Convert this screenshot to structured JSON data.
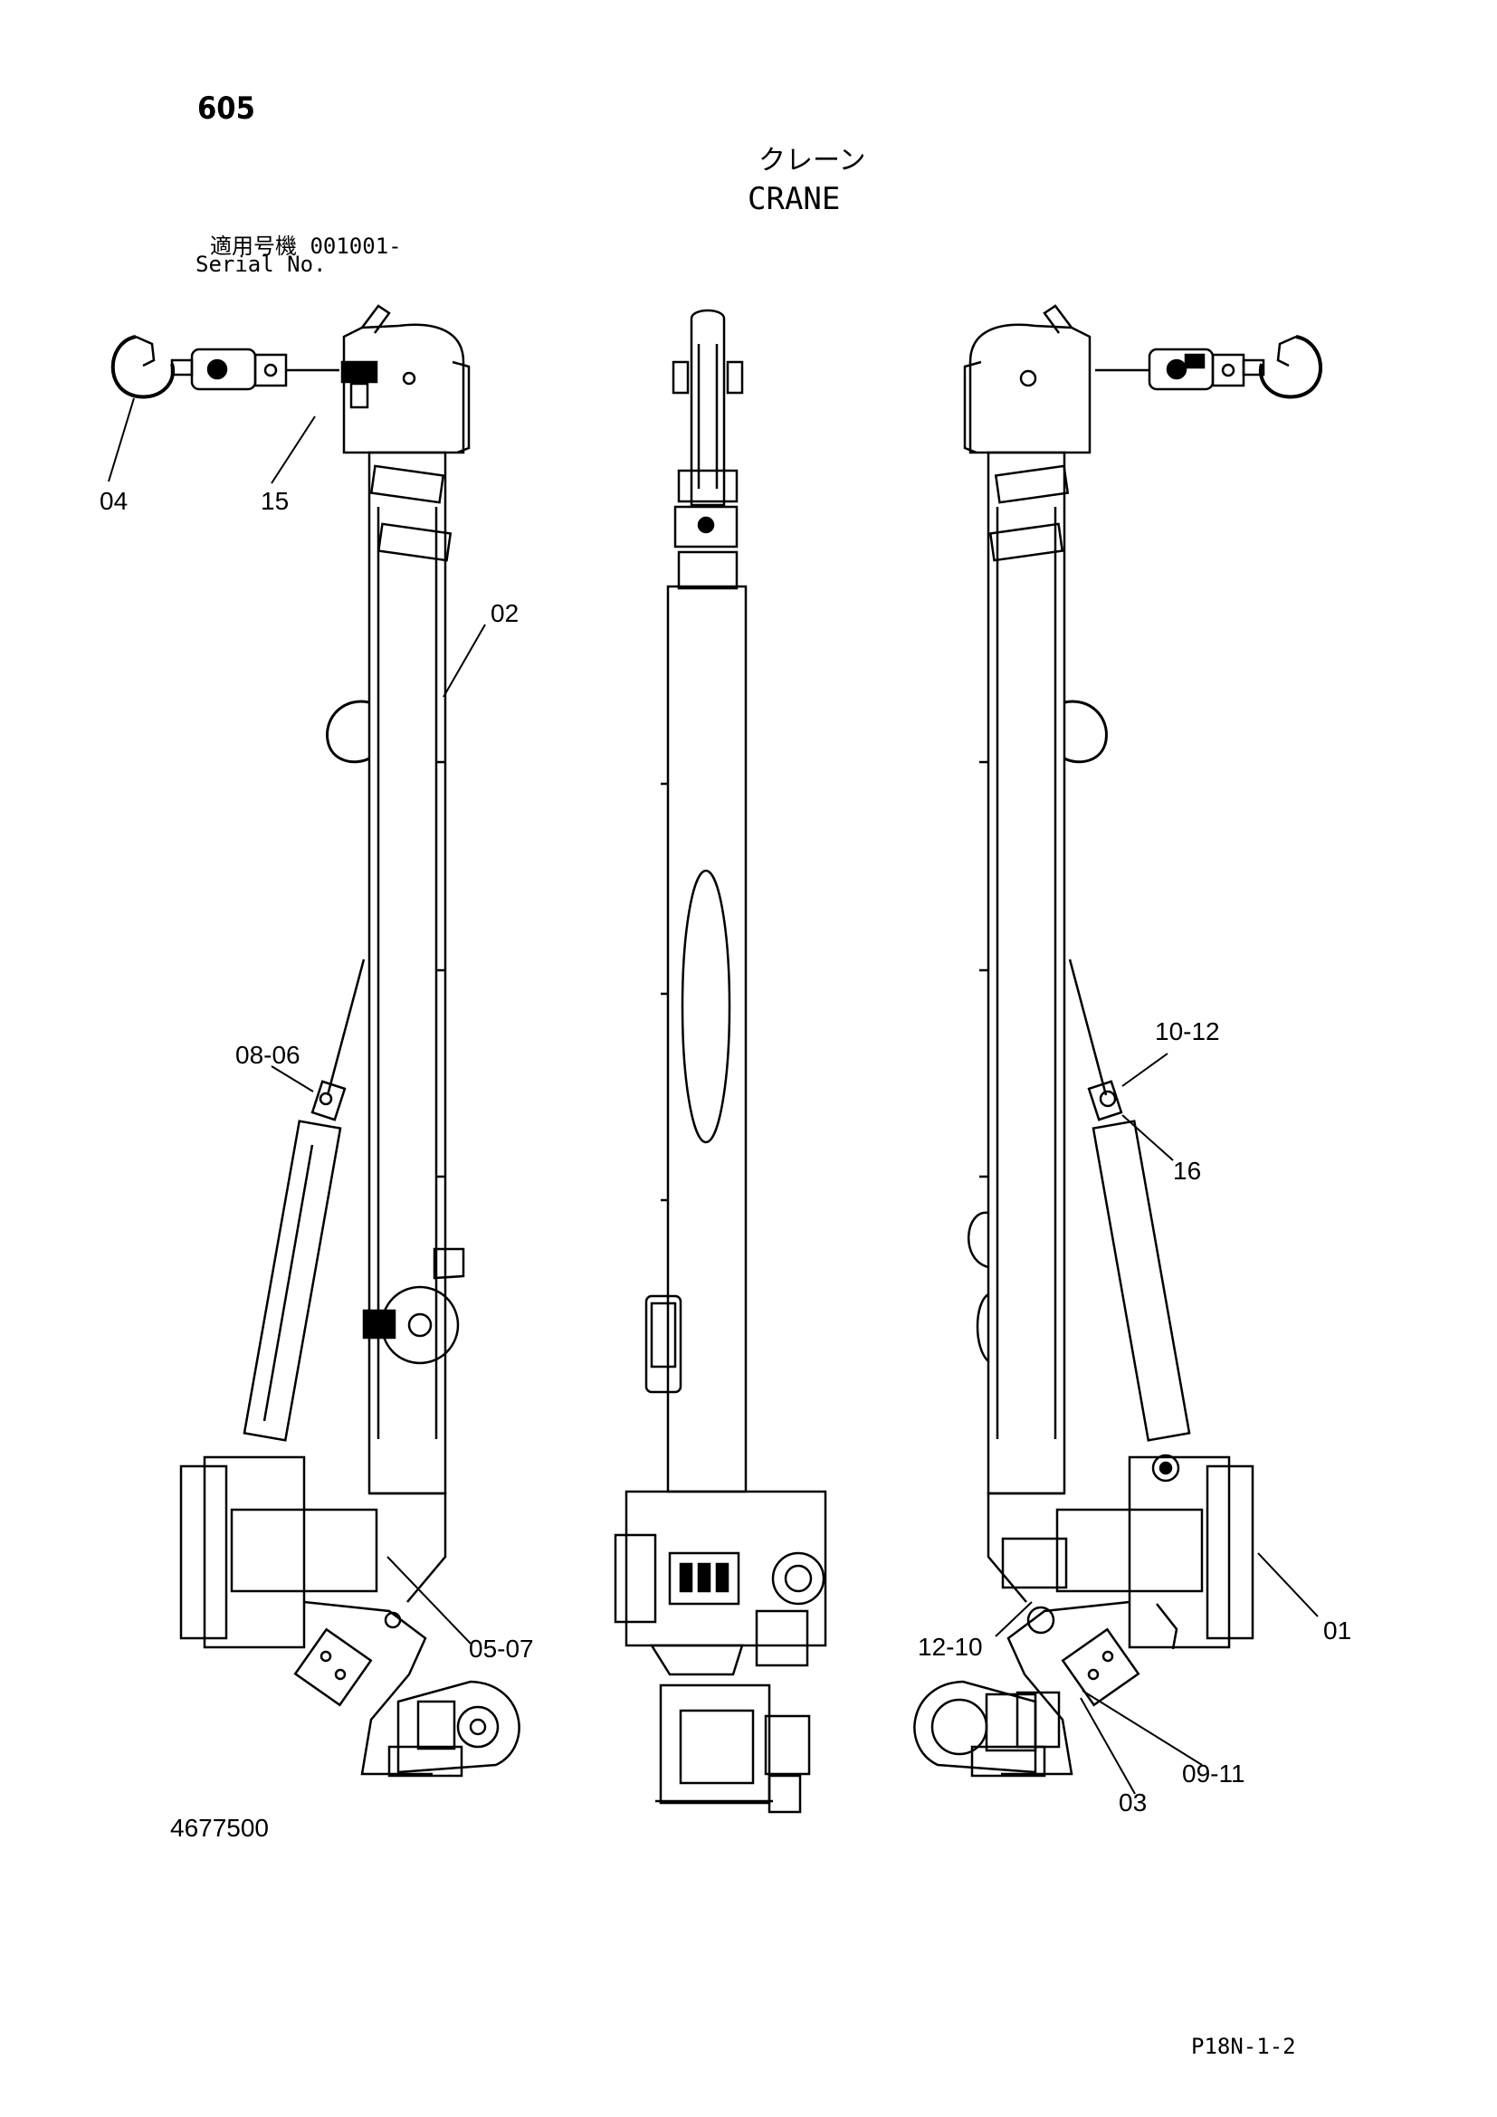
{
  "header": {
    "page_number": "605",
    "title_jp": "クレーン",
    "title_en": "CRANE",
    "serial_label_jp": "適用号機  001001-",
    "serial_label_en": "Serial No."
  },
  "footer": {
    "part_number": "4677500",
    "page_code": "P18N-1-2"
  },
  "callouts": {
    "c04": "04",
    "c15": "15",
    "c02": "02",
    "c0806": "08-06",
    "c0507": "05-07",
    "c1012": "10-12",
    "c16": "16",
    "c01": "01",
    "c1210": "12-10",
    "c0911": "09-11",
    "c03": "03"
  }
}
